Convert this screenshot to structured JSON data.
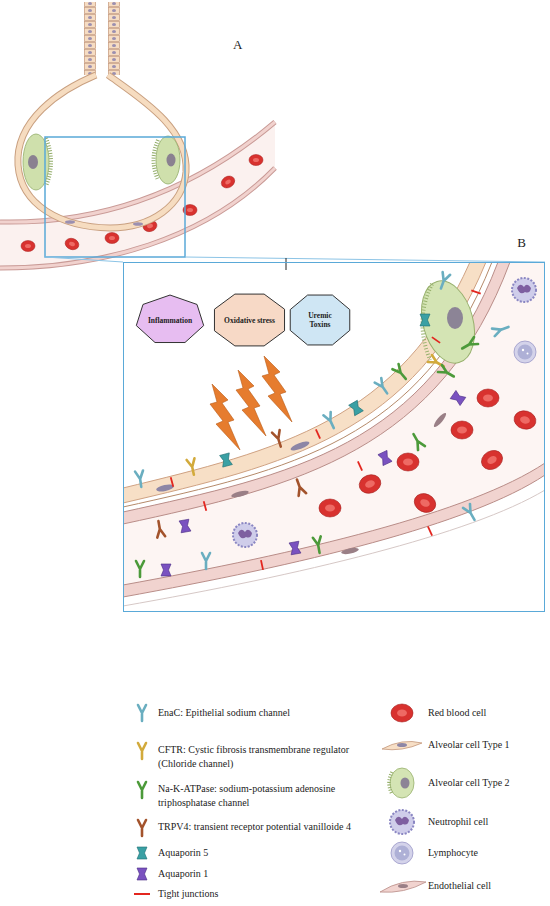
{
  "diagram": {
    "nodes": [
      {
        "text": [
          "B"
        ]
      },
      {
        "text": [
          "Inflammation"
        ],
        "in": 0
      },
      {
        "text": [
          "Oxidative stress"
        ],
        "in": 0
      },
      {
        "text": [
          "Uremic Toxins"
        ],
        "in": 0
      }
    ],
    "labels": [
      "A"
    ],
    "legend": [
      {
        "text": "EnaC: Epithelial sodium channel"
      },
      {
        "text": "CFTR: Cystic fibrosis transmembrane regulator (Chloride channel)"
      },
      {
        "text": "Na-K-ATPase: sodium-potassium adenosine triphosphatase channel"
      },
      {
        "text": "TRPV4: transient receptor potential vanilloide 4"
      },
      {
        "text": "Aquaporin 5"
      },
      {
        "text": "Aquaporin 1"
      },
      {
        "text": "Tight junctions"
      },
      {
        "text": "Red blood cell"
      },
      {
        "text": "Alveolar cell Type 1"
      },
      {
        "text": "Alveolar cell Type 2"
      },
      {
        "text": "Neutrophil cell"
      },
      {
        "text": "Lymphocyte"
      },
      {
        "text": "Endothelial cell"
      }
    ]
  }
}
